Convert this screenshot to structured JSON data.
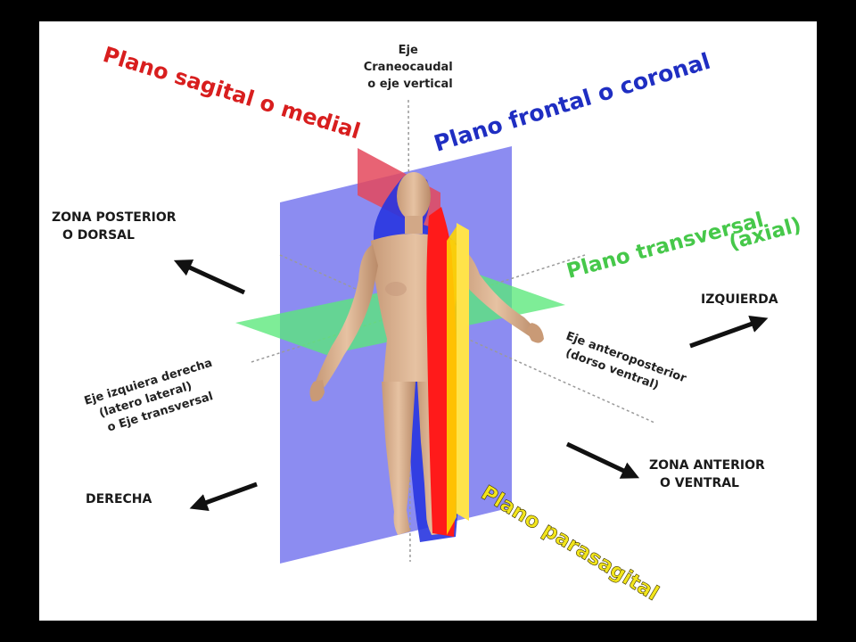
{
  "colors": {
    "sagittal_red": "#d81e1e",
    "frontal_blue": "#1f2ec2",
    "transverse_green": "#46c84a",
    "parasagittal_yellow": "#f2e51b",
    "frontal_plane_fill": "#7f80f0",
    "arrow": "#111111"
  },
  "labels": {
    "sagittal": "Plano sagital o medial",
    "frontal": "Plano frontal o coronal",
    "transverse_line1": "Plano transversal",
    "transverse_line2": "(axial)",
    "parasagittal": "Plano parasagital",
    "vertical_axis": [
      "Eje",
      "Craneocaudal",
      "o eje vertical"
    ],
    "posterior": [
      "ZONA POSTERIOR",
      "O DORSAL"
    ],
    "left": "IZQUIERDA",
    "right": "DERECHA",
    "anterior": [
      "ZONA ANTERIOR",
      "O VENTRAL"
    ],
    "lateral_axis": [
      "Eje izquiera derecha",
      "(latero lateral)",
      "o Eje transversal"
    ],
    "ap_axis": [
      "Eje anteroposterior",
      "(dorso ventral)"
    ]
  },
  "icons": {
    "arrows": [
      "arrow-posterior-icon",
      "arrow-left-icon",
      "arrow-anterior-icon",
      "arrow-right-icon"
    ],
    "figure": "human-figure-icon"
  }
}
